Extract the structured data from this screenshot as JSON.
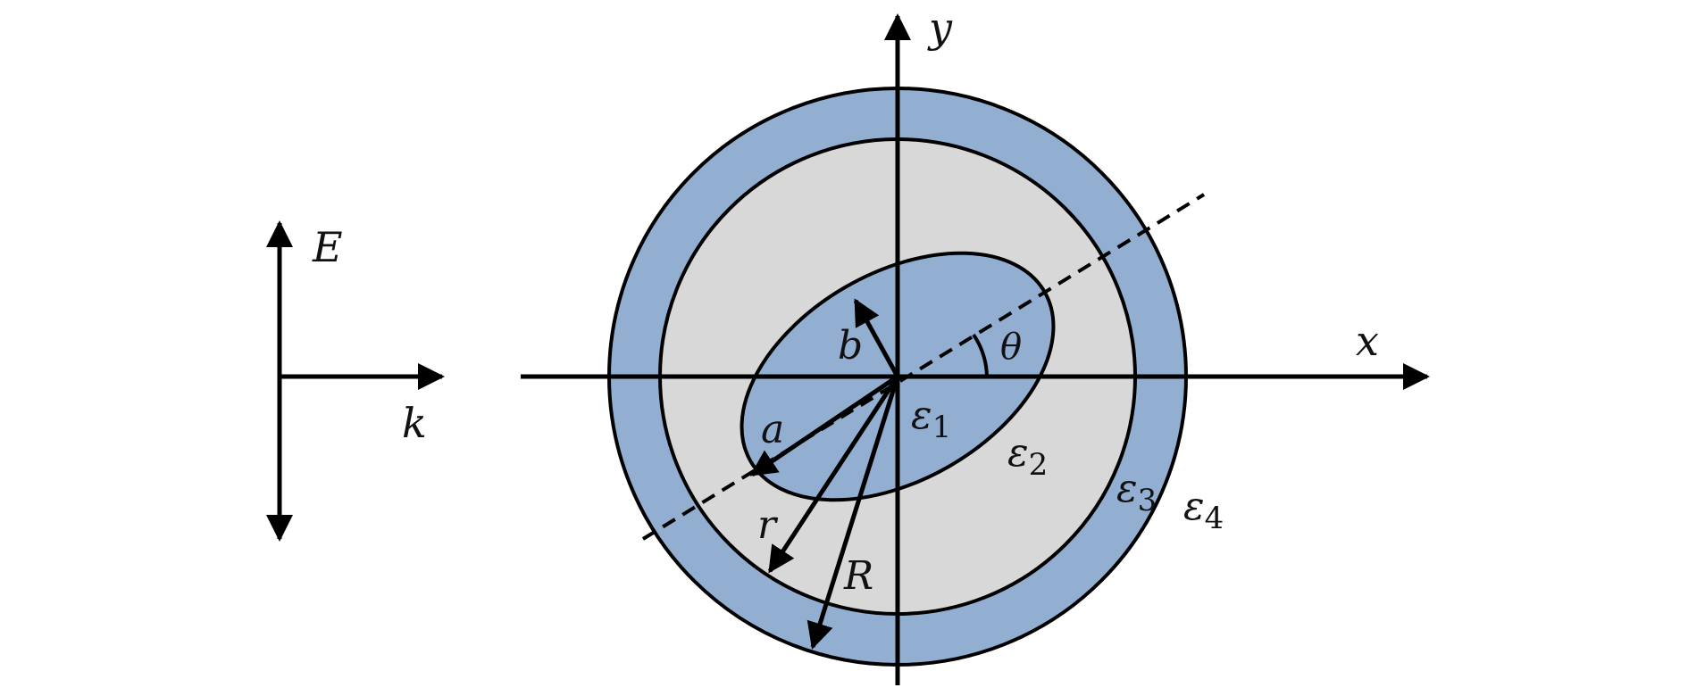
{
  "colors": {
    "outer_shell": "#92afd2",
    "inner_medium": "#d8d8d8",
    "inclusion": "#92afd2",
    "stroke": "#000000",
    "background": "#ffffff"
  },
  "field": {
    "e_label": "E",
    "k_label": "k"
  },
  "axes": {
    "x_label": "x",
    "y_label": "y"
  },
  "ellipse": {
    "rotation_angle_deg": 30,
    "semi_major_label": "a",
    "semi_minor_label": "b",
    "angle_label": "θ"
  },
  "radii": {
    "inner_label": "r",
    "outer_label": "R"
  },
  "media": [
    {
      "symbol": "ε",
      "index": "1"
    },
    {
      "symbol": "ε",
      "index": "2"
    },
    {
      "symbol": "ε",
      "index": "3"
    },
    {
      "symbol": "ε",
      "index": "4"
    }
  ]
}
